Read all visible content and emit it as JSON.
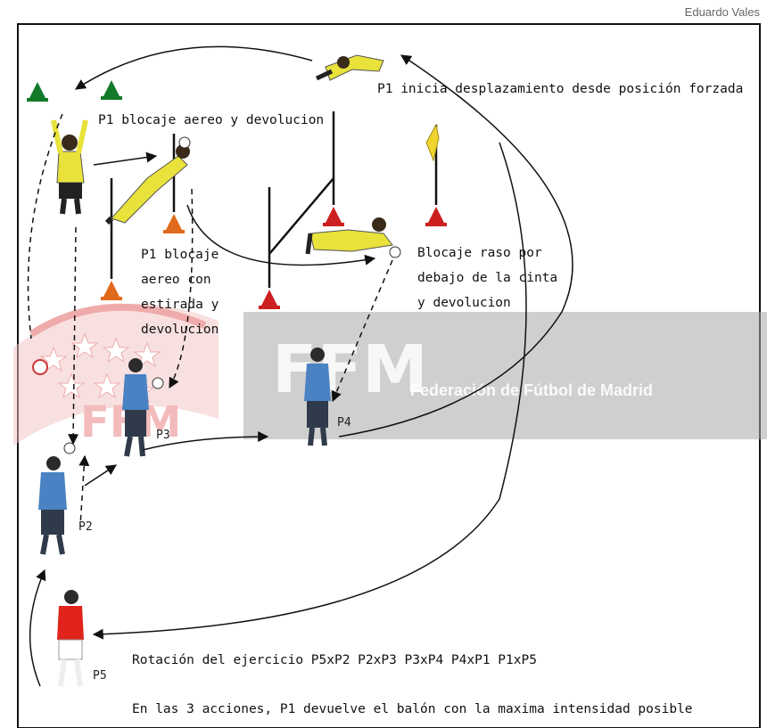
{
  "author": "Eduardo Vales",
  "watermark": {
    "logo_text": "FFM",
    "org_name": "Federación de Fútbol de Madrid",
    "shield_text": "FFM"
  },
  "annotations": {
    "start": "P1 inicia desplazamiento desde posición forzada",
    "aerial_return": "P1 blocaje aereo y devolucion",
    "stretch": [
      "P1 blocaje",
      "aereo con",
      "estirada y",
      "devolucion"
    ],
    "ground": [
      "Blocaje raso por",
      "debajo de la cinta",
      "y devolucion"
    ]
  },
  "players": {
    "p2": "P2",
    "p3": "P3",
    "p4": "P4",
    "p5": "P5"
  },
  "rotation": "Rotación del ejercicio  P5xP2 P2xP3 P3xP4 P4xP1 P1xP5",
  "note": "En las 3 acciones, P1 devuelve el balón con la maxima intensidad posible",
  "colors": {
    "goalkeeper": "#e8e23a",
    "field_player_shirt": "#4a82c4",
    "p5_shirt": "#e0241b",
    "cone_green": "#137a2a",
    "cone_red": "#cc1f1f",
    "cone_orange": "#e06a1c",
    "watermark_band": "#a8a8a8"
  },
  "icons": {
    "goalkeeper": "goalkeeper-figure-icon",
    "player": "player-figure-icon",
    "cone": "cone-icon",
    "ball": "ball-icon",
    "flag": "corner-flag-icon"
  }
}
